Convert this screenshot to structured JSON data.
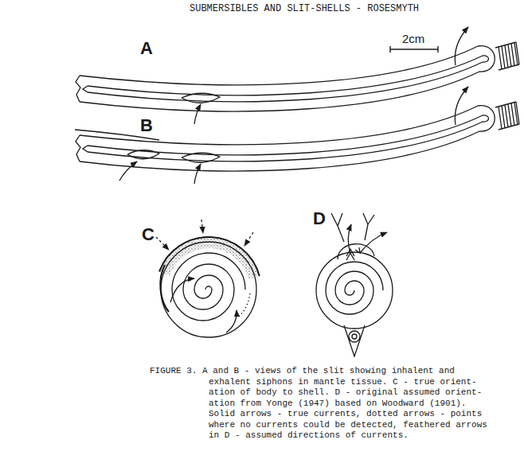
{
  "diagram": {
    "title": "SUBMERSIBLES AND SLIT-SHELLS - ROSESMYTH",
    "caption": "FIGURE 3. A and B - views of the slit showing inhalent and exhalent siphons in mantle tissue. C - true orient- ation of body to shell. D - original assumed orient- ation from Yonge (1947) based on Woodward (1901). Solid arrows - true currents, dotted arrows - points where no currents could be detected, feathered arrows in D - assumed directions of currents.",
    "labels": [
      "A",
      "2cm",
      "B",
      "C",
      "D"
    ]
  }
}
